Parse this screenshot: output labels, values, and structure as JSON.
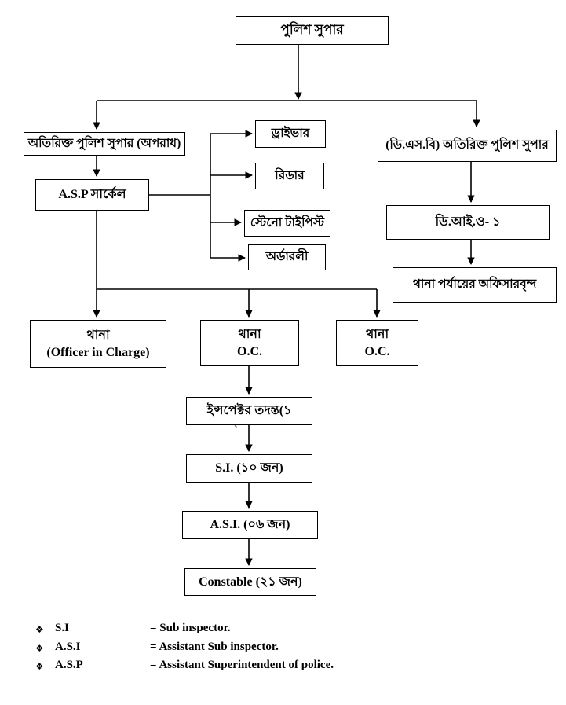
{
  "nodes": {
    "police_super": {
      "label": "পুলিশ সুপার"
    },
    "addl_sp_crime": {
      "label": "অতিরিক্ত পুলিশ সুপার (অপরাধ)"
    },
    "asp_circle": {
      "label": "A.S.P সার্কেল"
    },
    "driver": {
      "label": "ড্রাইভার"
    },
    "reader": {
      "label": "রিডার"
    },
    "steno_typist": {
      "label": "স্টেনো টাইপিস্ট"
    },
    "orderly": {
      "label": "অর্ডারলী"
    },
    "dsb_addl_sp": {
      "label": "(ডি.এস.বি) অতিরিক্ত পুলিশ সুপার"
    },
    "dio_1": {
      "label": "ডি.আই.ও- ১"
    },
    "thana_level_officers": {
      "label": "থানা পর্যায়ের অফিসারবৃন্দ"
    },
    "thana_oic": {
      "line1": "থানা",
      "line2": "(Officer in Charge)"
    },
    "thana_oc_middle": {
      "line1": "থানা",
      "line2": "O.C."
    },
    "thana_oc_right": {
      "line1": "থানা",
      "line2": "O.C."
    },
    "inspector_investigation": {
      "label": "ইন্সপেক্টর তদন্ত(১"
    },
    "si": {
      "label": "S.I. (১০ জন)"
    },
    "asi": {
      "label": "A.S.I. (০৬ জন)"
    },
    "constable": {
      "label": "Constable (২১ জন)"
    }
  },
  "stray_mark": "`",
  "legend": {
    "items": [
      {
        "bullet": "❖",
        "term": "S.I",
        "definition": "= Sub inspector."
      },
      {
        "bullet": "❖",
        "term": "A.S.I",
        "definition": "= Assistant Sub inspector."
      },
      {
        "bullet": "❖",
        "term": "A.S.P",
        "definition": "= Assistant Superintendent of police."
      }
    ]
  },
  "colors": {
    "background": "#ffffff",
    "line": "#000000",
    "box_border": "#000000",
    "text": "#000000"
  }
}
